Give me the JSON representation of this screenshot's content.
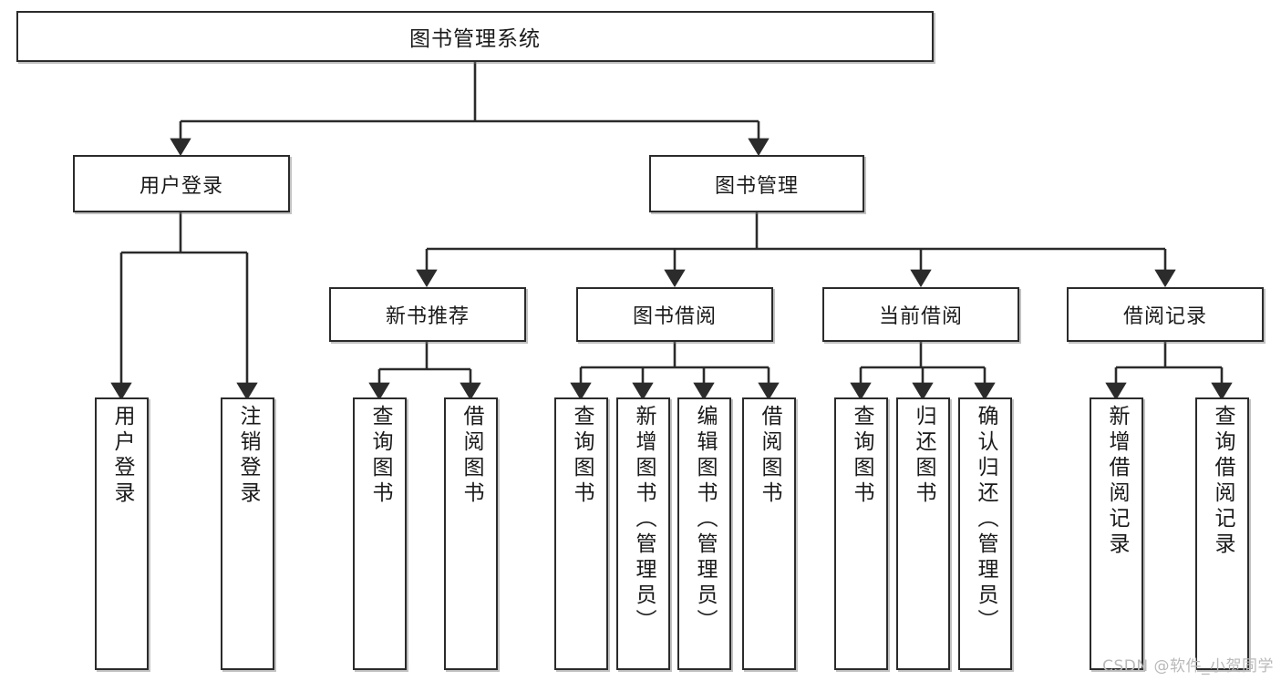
{
  "diagram": {
    "type": "tree",
    "title": "图书管理系统",
    "orientation": "top-down",
    "watermark": "CSDN @软件_小贺同学",
    "colors": {
      "node_border": "#2b2b2b",
      "node_fill": "#ffffff",
      "edge": "#2b2b2b",
      "text": "#1a1a1a",
      "watermark": "#b9b9b9"
    },
    "nodes": {
      "root": {
        "label": "图书管理系统"
      },
      "level2": [
        {
          "id": "user-login",
          "label": "用户登录"
        },
        {
          "id": "book-manage",
          "label": "图书管理"
        }
      ],
      "level3": [
        {
          "id": "new-book-rec",
          "label": "新书推荐"
        },
        {
          "id": "book-borrow",
          "label": "图书借阅"
        },
        {
          "id": "current-borrow",
          "label": "当前借阅"
        },
        {
          "id": "borrow-record",
          "label": "借阅记录"
        }
      ],
      "leaves": {
        "user-login": [
          {
            "id": "leaf-user-login",
            "label": "用户登录"
          },
          {
            "id": "leaf-logout",
            "label": "注销登录"
          }
        ],
        "new-book-rec": [
          {
            "id": "leaf-query-book-1",
            "label": "查询图书"
          },
          {
            "id": "leaf-borrow-book-1",
            "label": "借阅图书"
          }
        ],
        "book-borrow": [
          {
            "id": "leaf-query-book-2",
            "label": "查询图书"
          },
          {
            "id": "leaf-add-book",
            "label": "新增图书（管理员）"
          },
          {
            "id": "leaf-edit-book",
            "label": "编辑图书（管理员）"
          },
          {
            "id": "leaf-borrow-book-2",
            "label": "借阅图书"
          }
        ],
        "current-borrow": [
          {
            "id": "leaf-query-book-3",
            "label": "查询图书"
          },
          {
            "id": "leaf-return-book",
            "label": "归还图书"
          },
          {
            "id": "leaf-confirm-return",
            "label": "确认归还（管理员）"
          }
        ],
        "borrow-record": [
          {
            "id": "leaf-add-record",
            "label": "新增借阅记录"
          },
          {
            "id": "leaf-query-record",
            "label": "查询借阅记录"
          }
        ]
      }
    }
  }
}
